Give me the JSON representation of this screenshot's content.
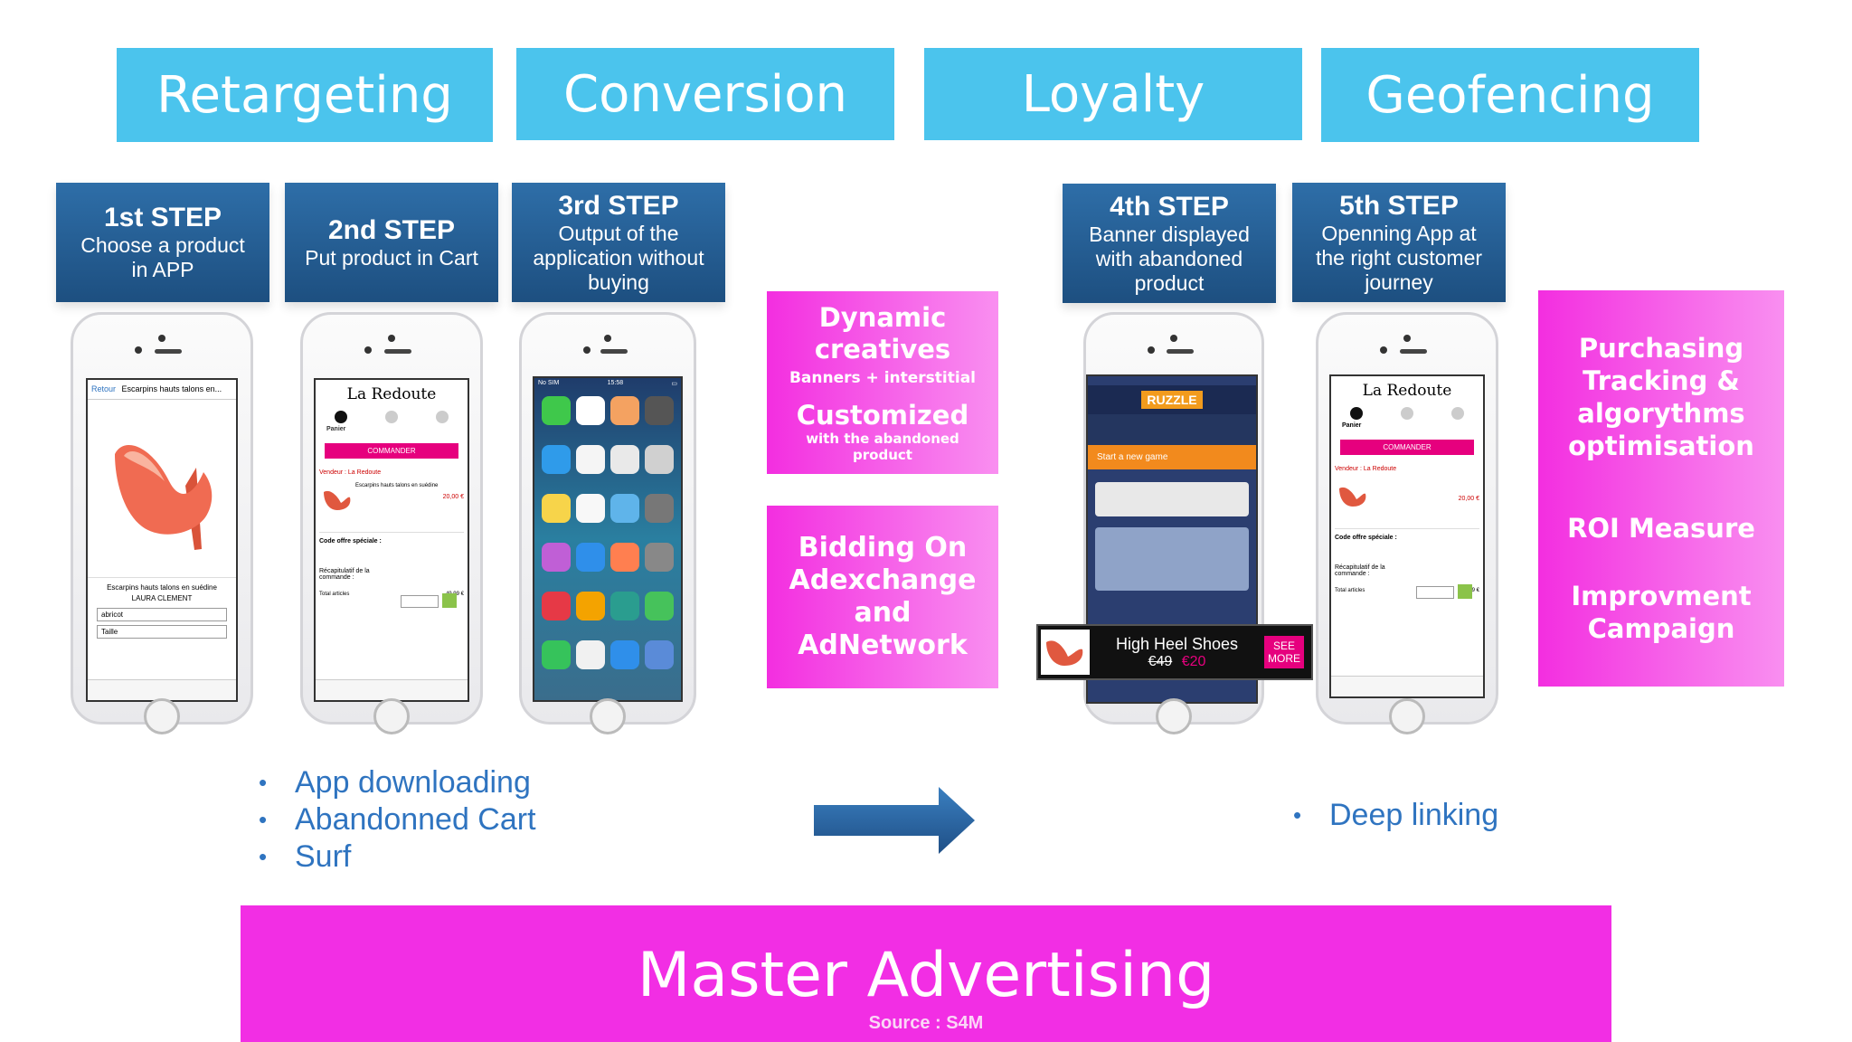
{
  "categories": [
    "Retargeting",
    "Conversion",
    "Loyalty",
    "Geofencing"
  ],
  "steps": [
    {
      "title": "1st STEP",
      "desc": "Choose a product in APP"
    },
    {
      "title": "2nd STEP",
      "desc": "Put product in Cart"
    },
    {
      "title": "3rd STEP",
      "desc": "Output of the application without buying"
    },
    {
      "title": "4th STEP",
      "desc": "Banner displayed with abandoned product"
    },
    {
      "title": "5th STEP",
      "desc": "Openning App at the right customer journey"
    }
  ],
  "middle_boxes": {
    "dynamic": {
      "title": "Dynamic creatives",
      "sub": "Banners + interstitial",
      "title2": "Customized",
      "sub2": "with the abandoned product"
    },
    "bidding": {
      "title": "Bidding On Adexchange and AdNetwork"
    }
  },
  "right_box": {
    "line1": "Purchasing Tracking & algorythms optimisation",
    "line2": "ROI Measure",
    "line3": "Improvment Campaign"
  },
  "bullets_left": [
    "App downloading",
    "Abandonned Cart",
    "Surf"
  ],
  "bullets_right": [
    "Deep linking"
  ],
  "footer": {
    "title": "Master Advertising",
    "source": "Source : S4M"
  },
  "phones": {
    "p1": {
      "header": "Escarpins hauts talons en...",
      "back": "Retour",
      "caption": "Escarpins hauts talons en suédine",
      "brand": "LAURA CLEMENT",
      "color": "abricot",
      "size": "Taille"
    },
    "p2": {
      "brand": "La Redoute",
      "panier": "Panier",
      "commander": "COMMANDER",
      "vendeur": "Vendeur : La Redoute",
      "item": "Escarpins hauts talons en suédine",
      "price": "20,00 €",
      "code": "Code offre spéciale :",
      "recap": "Récapitulatif de la commande :",
      "total": "Total articles",
      "total_val": "49,99 €"
    },
    "p3": {
      "time": "15:58",
      "carrier": "No SIM"
    },
    "p4": {
      "game": "RUZZLE",
      "start": "Start a new game",
      "banner_title": "High Heel Shoes",
      "old_price": "€49",
      "new_price": "€20",
      "see_more": "SEE MORE"
    },
    "p5": {
      "brand": "La Redoute",
      "panier": "Panier",
      "commander": "COMMANDER",
      "vendeur": "Vendeur : La Redoute",
      "price": "20,00 €",
      "code": "Code offre spéciale :",
      "recap": "Récapitulatif de la commande :",
      "total": "Total articles",
      "total_val": "49,99 €"
    }
  },
  "colors": {
    "category_bg": "#4bc4ed",
    "step_bg": "#1d4f80",
    "pink": "#f32ee0",
    "bullet": "#2f74c0",
    "arrow": "#2a65a4"
  }
}
